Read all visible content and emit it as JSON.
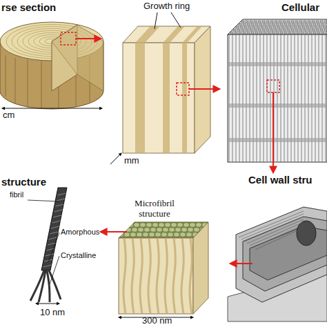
{
  "diagram": {
    "labels": [
      "rse section",
      "Growth ring",
      "Cellular",
      "cm",
      "mm",
      "structure",
      "fibril",
      "Amorphous",
      "Crystalline",
      "10 nm",
      "Microfibril structure",
      "300 nm",
      "Cell wall stru"
    ]
  }
}
